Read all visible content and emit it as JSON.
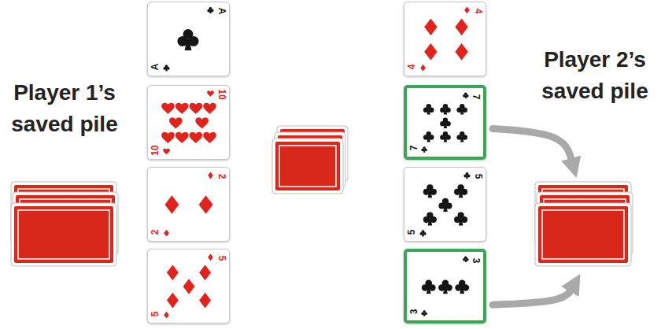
{
  "diagram": {
    "nodes": [
      {
        "text": [
          "Player 1’s saved pile"
        ]
      },
      {
        "text": [
          "A",
          "A"
        ]
      },
      {
        "text": [
          "10",
          "10"
        ]
      },
      {
        "text": [
          "2",
          "2"
        ]
      },
      {
        "text": [
          "5",
          "5"
        ]
      },
      {
        "text": [
          "4",
          "4"
        ]
      },
      {
        "text": [
          "7",
          "7"
        ]
      },
      {
        "text": [
          "5",
          "5"
        ]
      },
      {
        "text": [
          "3",
          "3"
        ]
      },
      {
        "text": [
          "Player 2’s saved pile"
        ]
      }
    ],
    "edges": [
      {
        "from": 6,
        "to": 9,
        "arrow": "to"
      },
      {
        "from": 8,
        "to": 9,
        "arrow": "to"
      }
    ]
  }
}
